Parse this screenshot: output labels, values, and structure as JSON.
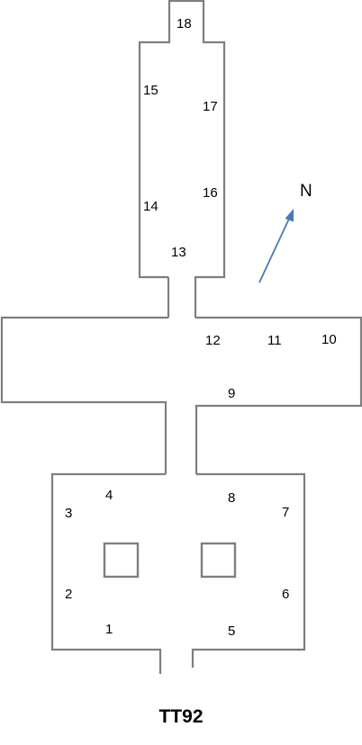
{
  "title": "TT92",
  "north_label": "N",
  "colors": {
    "walls": "#7f7f7f",
    "north_arrow": "#4a7ab0",
    "text": "#000000"
  },
  "wall_labels": {
    "w1": "1",
    "w2": "2",
    "w3": "3",
    "w4": "4",
    "w5": "5",
    "w6": "6",
    "w7": "7",
    "w8": "8",
    "w9": "9",
    "w10": "10",
    "w11": "11",
    "w12": "12",
    "w13": "13",
    "w14": "14",
    "w15": "15",
    "w16": "16",
    "w17": "17",
    "w18": "18"
  }
}
